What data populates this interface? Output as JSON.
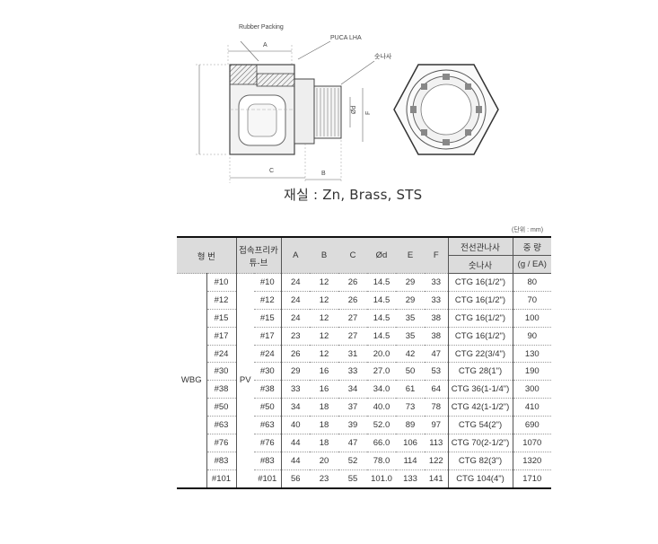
{
  "drawing": {
    "labels": {
      "rubber_packing": "Rubber Packing",
      "pvc_label": "PUCA LHA",
      "sonasa": "숫나사",
      "a": "A",
      "b": "B",
      "c": "C",
      "phi_d": "Ød",
      "f": "F"
    }
  },
  "material": "재실 : Zn, Brass, STS",
  "unit": "(단위 : mm)",
  "table": {
    "headers": {
      "model": "형  번",
      "fitting": "접속프리카 튜-브",
      "a": "A",
      "b": "B",
      "c": "C",
      "d": "Ød",
      "e": "E",
      "f": "F",
      "conduit": "전선관나사",
      "thread": "숫나사",
      "weight_top": "중  량",
      "weight_unit": "(g / EA)"
    },
    "series": "WBG",
    "fitting_series": "PV",
    "rows": [
      {
        "model": "#10",
        "fitting": "#10",
        "a": "24",
        "b": "12",
        "c": "26",
        "d": "14.5",
        "e": "29",
        "f": "33",
        "thread": "CTG 16(1/2\")",
        "weight": "80"
      },
      {
        "model": "#12",
        "fitting": "#12",
        "a": "24",
        "b": "12",
        "c": "26",
        "d": "14.5",
        "e": "29",
        "f": "33",
        "thread": "CTG 16(1/2\")",
        "weight": "70"
      },
      {
        "model": "#15",
        "fitting": "#15",
        "a": "24",
        "b": "12",
        "c": "27",
        "d": "14.5",
        "e": "35",
        "f": "38",
        "thread": "CTG 16(1/2\")",
        "weight": "100"
      },
      {
        "model": "#17",
        "fitting": "#17",
        "a": "23",
        "b": "12",
        "c": "27",
        "d": "14.5",
        "e": "35",
        "f": "38",
        "thread": "CTG 16(1/2\")",
        "weight": "90"
      },
      {
        "model": "#24",
        "fitting": "#24",
        "a": "26",
        "b": "12",
        "c": "31",
        "d": "20.0",
        "e": "42",
        "f": "47",
        "thread": "CTG 22(3/4\")",
        "weight": "130"
      },
      {
        "model": "#30",
        "fitting": "#30",
        "a": "29",
        "b": "16",
        "c": "33",
        "d": "27.0",
        "e": "50",
        "f": "53",
        "thread": "CTG 28(1\")",
        "weight": "190"
      },
      {
        "model": "#38",
        "fitting": "#38",
        "a": "33",
        "b": "16",
        "c": "34",
        "d": "34.0",
        "e": "61",
        "f": "64",
        "thread": "CTG 36(1-1/4\")",
        "weight": "300"
      },
      {
        "model": "#50",
        "fitting": "#50",
        "a": "34",
        "b": "18",
        "c": "37",
        "d": "40.0",
        "e": "73",
        "f": "78",
        "thread": "CTG 42(1-1/2\")",
        "weight": "410"
      },
      {
        "model": "#63",
        "fitting": "#63",
        "a": "40",
        "b": "18",
        "c": "39",
        "d": "52.0",
        "e": "89",
        "f": "97",
        "thread": "CTG 54(2\")",
        "weight": "690"
      },
      {
        "model": "#76",
        "fitting": "#76",
        "a": "44",
        "b": "18",
        "c": "47",
        "d": "66.0",
        "e": "106",
        "f": "113",
        "thread": "CTG 70(2-1/2\")",
        "weight": "1070"
      },
      {
        "model": "#83",
        "fitting": "#83",
        "a": "44",
        "b": "20",
        "c": "52",
        "d": "78.0",
        "e": "114",
        "f": "122",
        "thread": "CTG 82(3\")",
        "weight": "1320"
      },
      {
        "model": "#101",
        "fitting": "#101",
        "a": "56",
        "b": "23",
        "c": "55",
        "d": "101.0",
        "e": "133",
        "f": "141",
        "thread": "CTG 104(4\")",
        "weight": "1710"
      }
    ]
  }
}
